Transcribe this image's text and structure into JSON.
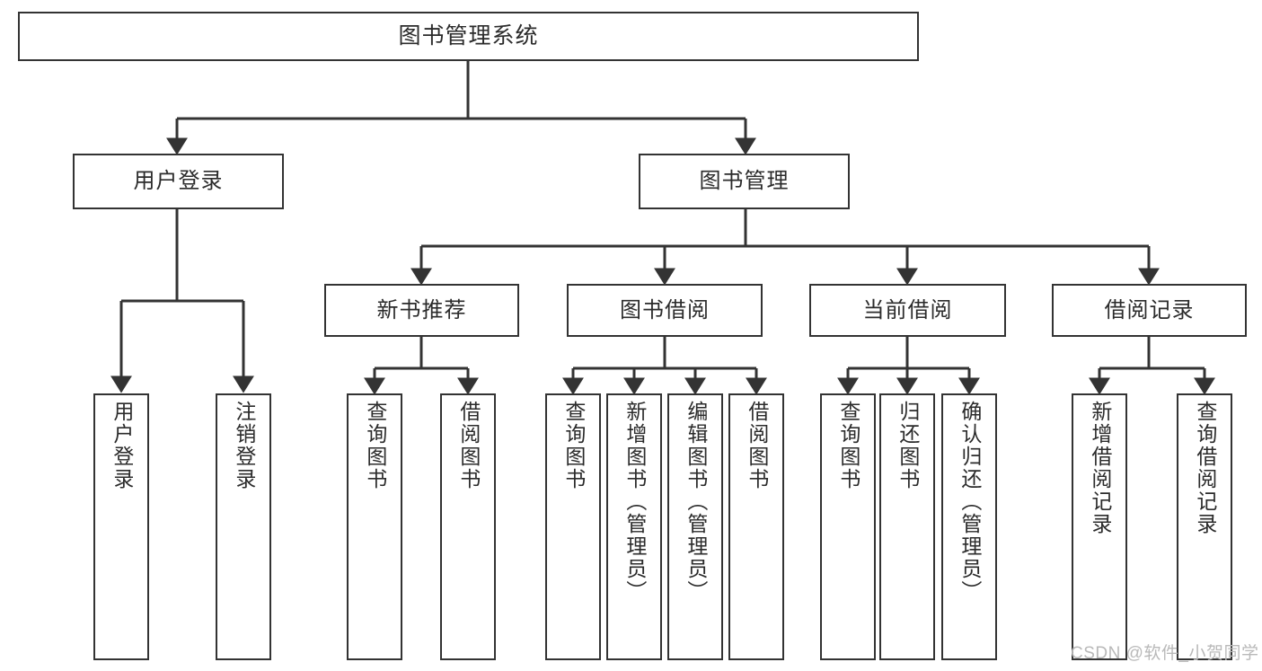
{
  "diagram": {
    "type": "tree-hierarchy",
    "title": "图书管理系统",
    "root": {
      "label": "图书管理系统"
    },
    "level2": [
      {
        "label": "用户登录"
      },
      {
        "label": "图书管理"
      }
    ],
    "level3": [
      {
        "label": "新书推荐"
      },
      {
        "label": "图书借阅"
      },
      {
        "label": "当前借阅"
      },
      {
        "label": "借阅记录"
      }
    ],
    "leaves": {
      "user_login": [
        {
          "label": "用户登录"
        },
        {
          "label": "注销登录"
        }
      ],
      "new_book_recommend": [
        {
          "label": "查询图书"
        },
        {
          "label": "借阅图书"
        }
      ],
      "book_borrow": [
        {
          "label": "查询图书"
        },
        {
          "label": "新增图书（管理员）"
        },
        {
          "label": "编辑图书（管理员）"
        },
        {
          "label": "借阅图书"
        }
      ],
      "current_borrow": [
        {
          "label": "查询图书"
        },
        {
          "label": "归还图书"
        },
        {
          "label": "确认归还（管理员）"
        }
      ],
      "borrow_record": [
        {
          "label": "新增借阅记录"
        },
        {
          "label": "查询借阅记录"
        }
      ]
    }
  },
  "watermark": {
    "text": "CSDN @软件_小贺同学"
  },
  "colors": {
    "border": "#333333",
    "text": "#2b2b2b",
    "background": "#ffffff",
    "wire": "#333333",
    "watermark": "#b9b9b9"
  }
}
